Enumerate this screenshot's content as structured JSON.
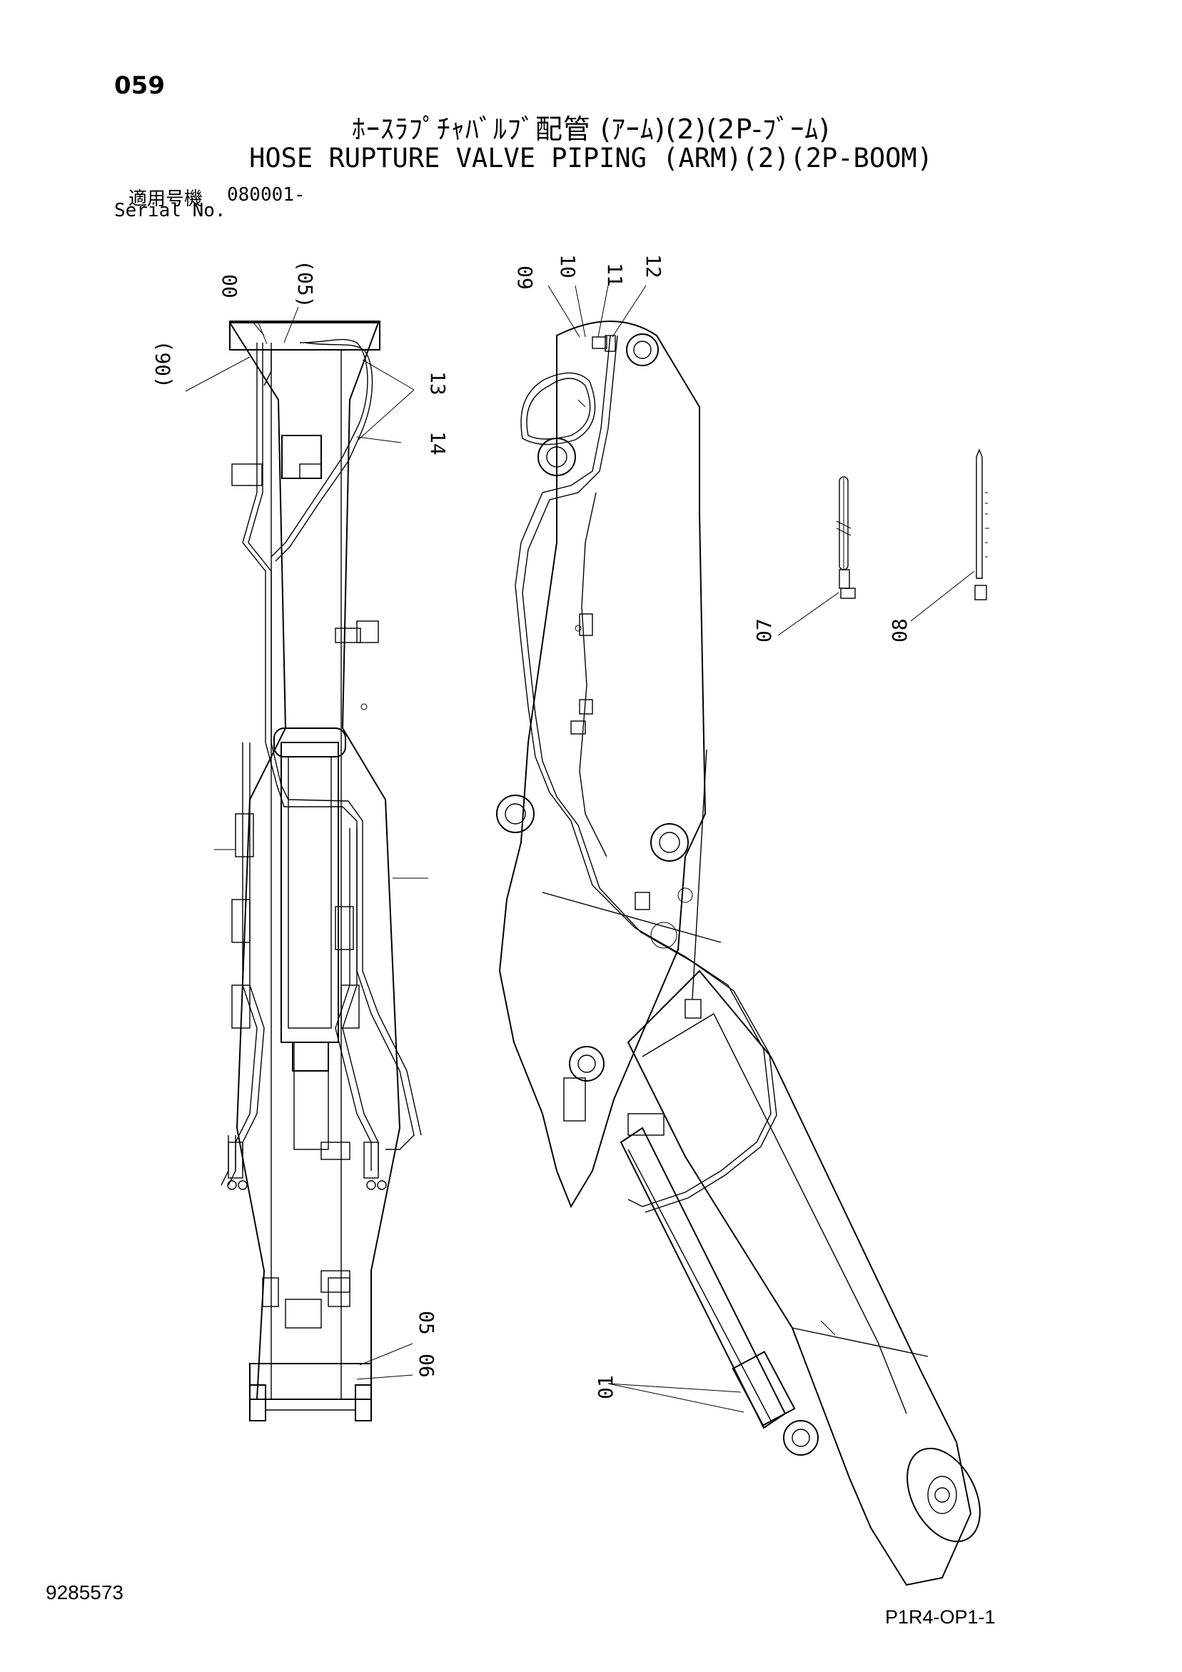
{
  "header": {
    "page_number": "059",
    "title_jp": "ﾎｰｽﾗﾌﾟﾁｬﾊﾞﾙﾌﾞ配管 (ｱｰﾑ)(2)(2P-ﾌﾞｰﾑ)",
    "title_en": "HOSE RUPTURE VALVE PIPING (ARM)(2)(2P-BOOM)"
  },
  "serial": {
    "label_jp": "適用号機",
    "value": "080001-",
    "label_en": "Serial No."
  },
  "callouts": {
    "c00": "00",
    "c05p": "(05)",
    "c06p": "(06)",
    "c13": "13",
    "c14": "14",
    "c09": "09",
    "c10": "10",
    "c11": "11",
    "c12": "12",
    "c07": "07",
    "c08": "08",
    "c05": "05",
    "c06": "06",
    "c01": "01"
  },
  "footer": {
    "drawing_number": "9285573",
    "sheet_code": "P1R4-OP1-1"
  }
}
